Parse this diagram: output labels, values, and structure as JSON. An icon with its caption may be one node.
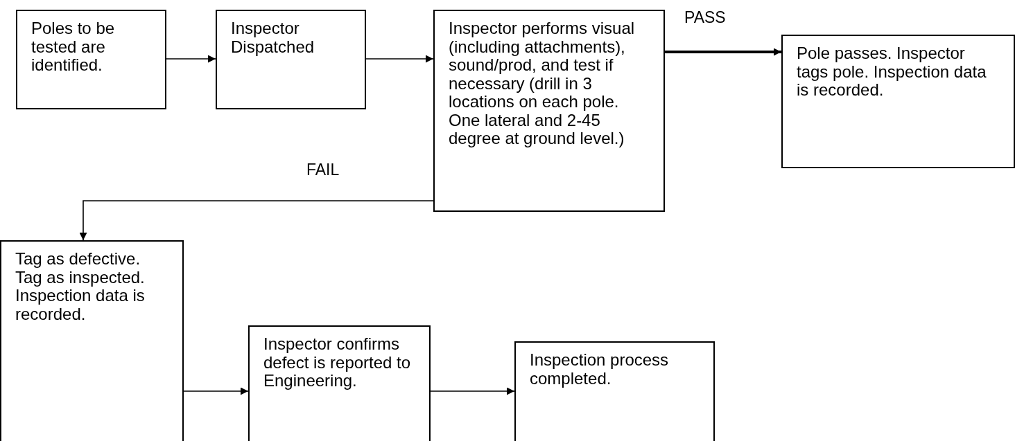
{
  "diagram": {
    "nodes": [
      {
        "text": [
          "Poles to be tested are identified."
        ]
      },
      {
        "text": [
          "Inspector Dispatched"
        ]
      },
      {
        "text": [
          "Inspector performs visual (including attachments), sound/prod, and test if necessary (drill in 3 locations on each pole. One lateral and 2-45 degree at ground level.)"
        ]
      },
      {
        "text": [
          "Pole passes. Inspector tags pole. Inspection data is recorded."
        ]
      },
      {
        "text": [
          "Tag as defective. Tag as inspected. Inspection data is recorded."
        ]
      },
      {
        "text": [
          "Inspector confirms defect is reported to Engineering."
        ]
      },
      {
        "text": [
          "Inspection process completed."
        ]
      }
    ],
    "edges": [
      {
        "from": 0,
        "to": 1,
        "arrow": "to"
      },
      {
        "from": 1,
        "to": 2,
        "arrow": "to"
      },
      {
        "from": 2,
        "to": 3,
        "arrow": "to",
        "label": "PASS",
        "style": "thick"
      },
      {
        "from": 2,
        "to": 4,
        "arrow": "to",
        "label": "FAIL"
      },
      {
        "from": 4,
        "to": 5,
        "arrow": "to"
      },
      {
        "from": 5,
        "to": 6,
        "arrow": "to"
      }
    ]
  }
}
